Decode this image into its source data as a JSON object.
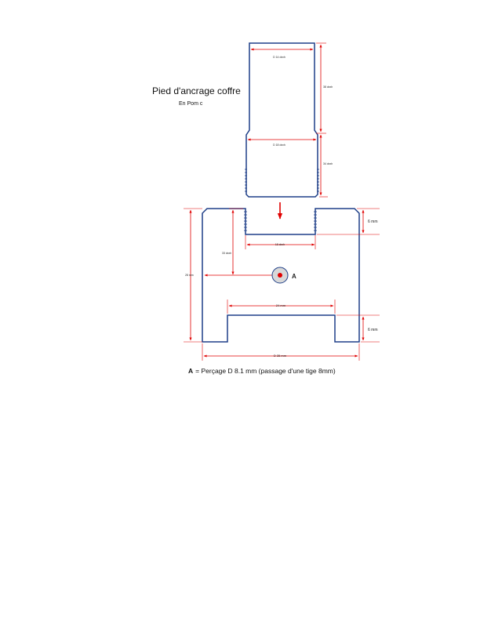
{
  "header": {
    "title": "Pied d'ancrage coffre",
    "subtitle": "En Pom c"
  },
  "tube": {
    "top_diameter": "D 14 dxxh",
    "top_length": "38 dxxh",
    "bottom_diameter": "D 18 dxxh",
    "bottom_length": "34 dxxh"
  },
  "base": {
    "top_step": "6 mm",
    "slot_width": "18 dxxh",
    "slot_depth": "33 dxxh",
    "total_height": "28 mm",
    "hole_label": "A",
    "inner_width": "24 mm",
    "bottom_step": "6 mm",
    "total_width": "D 35 mm"
  },
  "legend": {
    "key": "A",
    "text": "= Perçage D 8.1 mm (passage d'une tige 8mm)"
  },
  "colors": {
    "outline": "#1f3f88",
    "dimension": "#e00000",
    "hole_fill": "#d8d8d8"
  }
}
